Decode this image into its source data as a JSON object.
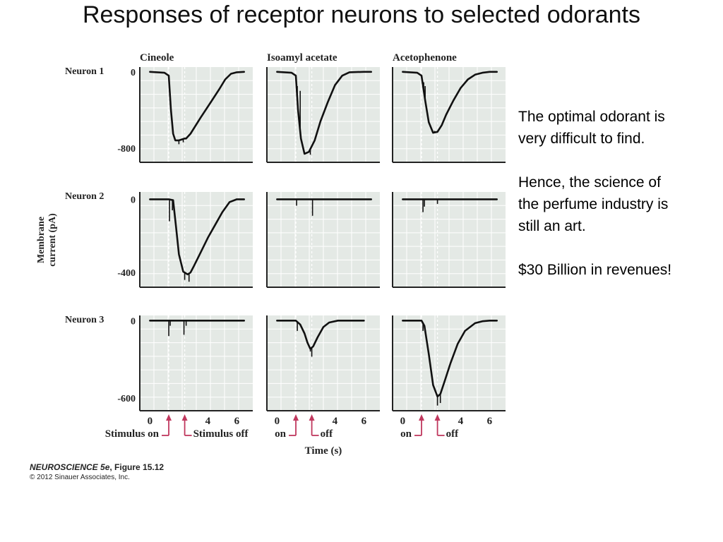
{
  "slide": {
    "title": "Responses of receptor neurons to selected odorants",
    "side_text": [
      "The optimal odorant is very difficult to find.",
      "Hence, the science of the perfume industry is still an art.",
      "$30 Billion in revenues!"
    ],
    "credit": {
      "book": "NEUROSCIENCE 5e",
      "figure": ", Figure 15.12",
      "copyright": "© 2012 Sinauer Associates, Inc."
    }
  },
  "chart_data": {
    "type": "line",
    "columns": [
      "Cineole",
      "Isoamyl acetate",
      "Acetophenone"
    ],
    "rows": [
      "Neuron 1",
      "Neuron 2",
      "Neuron 3"
    ],
    "row_ticks": [
      [
        0,
        -800
      ],
      [
        0,
        -400
      ],
      [
        0,
        -600
      ]
    ],
    "row_ylim": [
      [
        -950,
        50
      ],
      [
        -480,
        40
      ],
      [
        -700,
        40
      ]
    ],
    "xlim": [
      -0.7,
      7.1
    ],
    "x_ticks": [
      0,
      2,
      4,
      6
    ],
    "x_tick_labels": [
      "0",
      "",
      "4",
      "6"
    ],
    "ylabel_lines": [
      "Membrane",
      "current (pA)"
    ],
    "xlabel": "Time (s)",
    "stimulus_on_s": 1.3,
    "stimulus_off_s": 2.4,
    "stimulus_labels": {
      "first_column": {
        "on": "Stimulus on",
        "off": "Stimulus off"
      },
      "other_columns": {
        "on": "on",
        "off": "off"
      }
    },
    "traces": [
      [
        {
          "name": "Neuron 1 · Cineole",
          "t": [
            0,
            1,
            1.3,
            1.45,
            1.6,
            1.75,
            2.0,
            2.4,
            2.5,
            2.8,
            3.5,
            4.2,
            4.8,
            5.2,
            5.6,
            6.0,
            6.5
          ],
          "y": [
            0,
            -10,
            -40,
            -400,
            -650,
            -720,
            -720,
            -700,
            -700,
            -650,
            -480,
            -320,
            -180,
            -80,
            -20,
            -5,
            0
          ]
        },
        {
          "name": "Neuron 1 · Isoamyl acetate",
          "t": [
            0,
            1,
            1.3,
            1.45,
            1.65,
            1.9,
            2.2,
            2.6,
            3.0,
            3.5,
            4.0,
            4.5,
            5.0,
            6.0,
            6.5
          ],
          "y": [
            0,
            -10,
            -40,
            -400,
            -700,
            -860,
            -840,
            -720,
            -520,
            -320,
            -140,
            -40,
            -5,
            0,
            0
          ]
        },
        {
          "name": "Neuron 1 · Acetophenone",
          "t": [
            0,
            1,
            1.3,
            1.55,
            1.8,
            2.1,
            2.4,
            2.7,
            3.0,
            3.5,
            4.0,
            4.5,
            5.0,
            5.5,
            6.0,
            6.5
          ],
          "y": [
            0,
            -10,
            -40,
            -300,
            -530,
            -640,
            -630,
            -560,
            -450,
            -300,
            -170,
            -80,
            -30,
            -10,
            0,
            0
          ]
        }
      ],
      [
        {
          "name": "Neuron 2 · Cineole",
          "t": [
            0,
            1.0,
            1.3,
            1.6,
            1.8,
            2.0,
            2.3,
            2.6,
            2.8,
            3.0,
            3.5,
            4.0,
            4.5,
            5.0,
            5.5,
            6.0,
            6.5
          ],
          "y": [
            0,
            0,
            0,
            -5,
            -150,
            -300,
            -395,
            -410,
            -400,
            -370,
            -290,
            -210,
            -140,
            -70,
            -15,
            0,
            0
          ]
        },
        {
          "name": "Neuron 2 · Isoamyl acetate",
          "t": [
            0,
            1,
            2,
            3,
            4,
            5,
            6,
            6.5
          ],
          "y": [
            0,
            0,
            0,
            0,
            0,
            0,
            0,
            0
          ]
        },
        {
          "name": "Neuron 2 · Acetophenone",
          "t": [
            0,
            1,
            2,
            3,
            4,
            5,
            6,
            6.5
          ],
          "y": [
            0,
            0,
            0,
            0,
            0,
            0,
            0,
            0
          ]
        }
      ],
      [
        {
          "name": "Neuron 3 · Cineole",
          "t": [
            0,
            1,
            2,
            3,
            4,
            5,
            6,
            6.5
          ],
          "y": [
            0,
            0,
            0,
            0,
            0,
            0,
            0,
            0
          ]
        },
        {
          "name": "Neuron 3 · Isoamyl acetate",
          "t": [
            0,
            1.3,
            1.6,
            1.9,
            2.1,
            2.3,
            2.5,
            2.8,
            3.2,
            3.6,
            4.2,
            5.0,
            5.6,
            6.0
          ],
          "y": [
            0,
            0,
            -30,
            -100,
            -170,
            -220,
            -200,
            -130,
            -50,
            -15,
            0,
            0,
            0,
            0
          ]
        },
        {
          "name": "Neuron 3 · Acetophenone",
          "t": [
            0,
            1.3,
            1.5,
            1.8,
            2.1,
            2.4,
            2.6,
            2.9,
            3.3,
            3.8,
            4.3,
            5.0,
            5.5,
            6.0,
            6.5
          ],
          "y": [
            0,
            0,
            -40,
            -260,
            -500,
            -590,
            -570,
            -470,
            -330,
            -180,
            -80,
            -20,
            -5,
            0,
            0
          ]
        }
      ]
    ],
    "spikes": [
      [
        [
          {
            "t": 2.0,
            "y": -760
          },
          {
            "t": 2.3,
            "y": -740
          }
        ],
        [
          {
            "t": 1.4,
            "y": -150
          },
          {
            "t": 1.6,
            "y": -200
          },
          {
            "t": 2.3,
            "y": -870
          }
        ],
        [
          {
            "t": 1.45,
            "y": -110
          },
          {
            "t": 1.55,
            "y": -150
          },
          {
            "t": 2.2,
            "y": -620
          }
        ]
      ],
      [
        [
          {
            "t": 1.35,
            "y": -120
          },
          {
            "t": 1.55,
            "y": -60
          },
          {
            "t": 2.4,
            "y": -440
          },
          {
            "t": 2.7,
            "y": -450
          }
        ],
        [
          {
            "t": 1.35,
            "y": -35
          },
          {
            "t": 2.45,
            "y": -90
          }
        ],
        [
          {
            "t": 1.4,
            "y": -70
          },
          {
            "t": 1.5,
            "y": -40
          },
          {
            "t": 2.4,
            "y": -25
          }
        ]
      ],
      [
        [
          {
            "t": 1.3,
            "y": -120
          },
          {
            "t": 1.4,
            "y": -40
          },
          {
            "t": 2.35,
            "y": -110
          },
          {
            "t": 2.5,
            "y": -40
          }
        ],
        [
          {
            "t": 1.4,
            "y": -80
          },
          {
            "t": 2.3,
            "y": -240
          },
          {
            "t": 2.4,
            "y": -280
          }
        ],
        [
          {
            "t": 1.4,
            "y": -80
          },
          {
            "t": 2.4,
            "y": -660
          },
          {
            "t": 2.6,
            "y": -640
          }
        ]
      ]
    ],
    "grid": true,
    "colors": {
      "panel": "#e4e9e5",
      "grid": "#ffffff",
      "trace": "#111111",
      "axis": "#222222",
      "arrow": "#c0385e",
      "stim_line": "#ffffff"
    }
  }
}
